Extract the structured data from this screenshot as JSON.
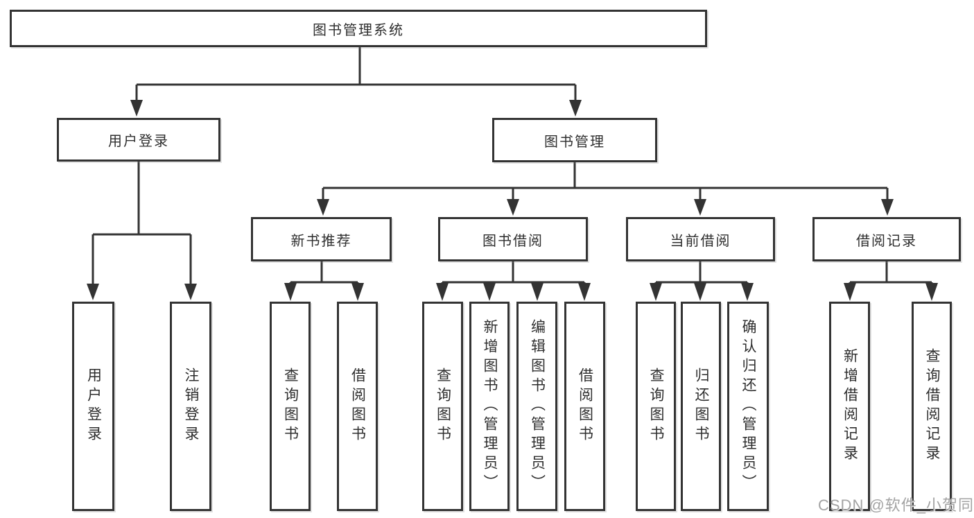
{
  "colors": {
    "line": "#333333",
    "border": "#333333",
    "text": "#2e2e2e",
    "background": "#ffffff",
    "watermark": "#a3a3a3"
  },
  "diagram": {
    "root": {
      "label": "图书管理系统"
    },
    "level2": [
      {
        "id": "user-login",
        "label": "用户登录"
      },
      {
        "id": "book-management",
        "label": "图书管理"
      }
    ],
    "level3": [
      {
        "id": "new-book-recommendation",
        "label": "新书推荐",
        "parent": "图书管理"
      },
      {
        "id": "book-borrowing",
        "label": "图书借阅",
        "parent": "图书管理"
      },
      {
        "id": "current-borrowing",
        "label": "当前借阅",
        "parent": "图书管理"
      },
      {
        "id": "borrowing-records",
        "label": "借阅记录",
        "parent": "图书管理"
      }
    ],
    "leaves": [
      {
        "id": "user-login-action",
        "label": "用户登录",
        "parent": "用户登录"
      },
      {
        "id": "logout",
        "label": "注销登录",
        "parent": "用户登录"
      },
      {
        "id": "query-books-recommend",
        "label": "查询图书",
        "parent": "新书推荐"
      },
      {
        "id": "borrow-books-recommend",
        "label": "借阅图书",
        "parent": "新书推荐"
      },
      {
        "id": "query-books-borrowing",
        "label": "查询图书",
        "parent": "图书借阅"
      },
      {
        "id": "add-book-admin",
        "label": "新增图书（管理员）",
        "parent": "图书借阅"
      },
      {
        "id": "edit-book-admin",
        "label": "编辑图书（管理员）",
        "parent": "图书借阅"
      },
      {
        "id": "borrow-books-borrowing",
        "label": "借阅图书",
        "parent": "图书借阅"
      },
      {
        "id": "query-books-current",
        "label": "查询图书",
        "parent": "当前借阅"
      },
      {
        "id": "return-books",
        "label": "归还图书",
        "parent": "当前借阅"
      },
      {
        "id": "confirm-return-admin",
        "label": "确认归还（管理员）",
        "parent": "当前借阅"
      },
      {
        "id": "add-borrow-record",
        "label": "新增借阅记录",
        "parent": "借阅记录"
      },
      {
        "id": "query-borrow-record",
        "label": "查询借阅记录",
        "parent": "借阅记录"
      }
    ]
  },
  "watermark": {
    "text": "CSDN @软件_小贺同学"
  }
}
